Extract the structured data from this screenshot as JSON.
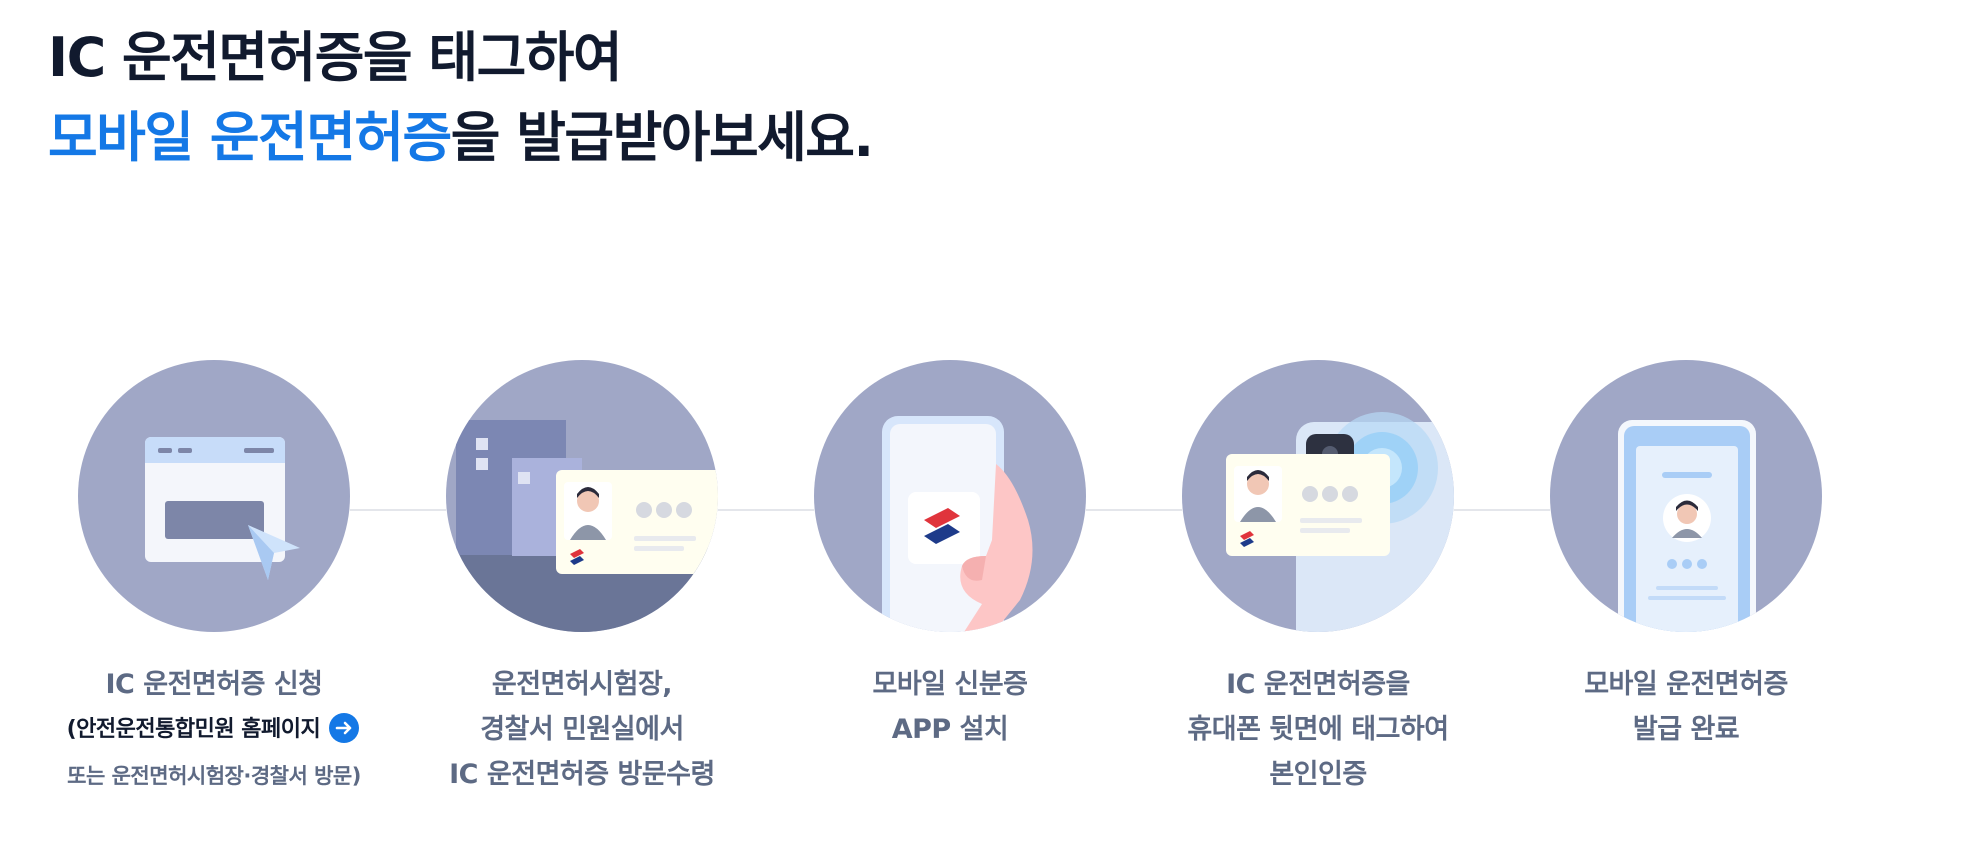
{
  "headline": {
    "line1": "IC 운전면허증을 태그하여",
    "line2_accent": "모바일 운전면허증",
    "line2_rest": "을 발급받아보세요."
  },
  "steps": [
    {
      "caption_line1": "IC 운전면허증 신청",
      "paren_open": "(",
      "sub_link_text": "안전운전통합민원 홈페이지",
      "link_icon": "arrow-right-circle-icon",
      "sub_line2": "또는 운전면허시험장·경찰서 방문)",
      "illustration": "browser-window-icon"
    },
    {
      "caption_lines": [
        "운전면허시험장,",
        "경찰서 민원실에서",
        "IC 운전면허증 방문수령"
      ],
      "illustration": "building-license-card-icon"
    },
    {
      "caption_lines": [
        "모바일 신분증",
        "APP 설치"
      ],
      "illustration": "phone-app-install-icon"
    },
    {
      "caption_lines": [
        "IC 운전면허증을",
        "휴대폰 뒷면에 태그하여",
        "본인인증"
      ],
      "illustration": "nfc-tag-card-icon"
    },
    {
      "caption_lines": [
        "모바일 운전면허증",
        "발급 완료"
      ],
      "illustration": "mobile-license-complete-icon"
    }
  ],
  "colors": {
    "accent": "#1478e6",
    "heading": "#111a2e",
    "caption": "#5d6a84",
    "circle": "#a0a7c6",
    "connector": "#e4e6eb"
  }
}
